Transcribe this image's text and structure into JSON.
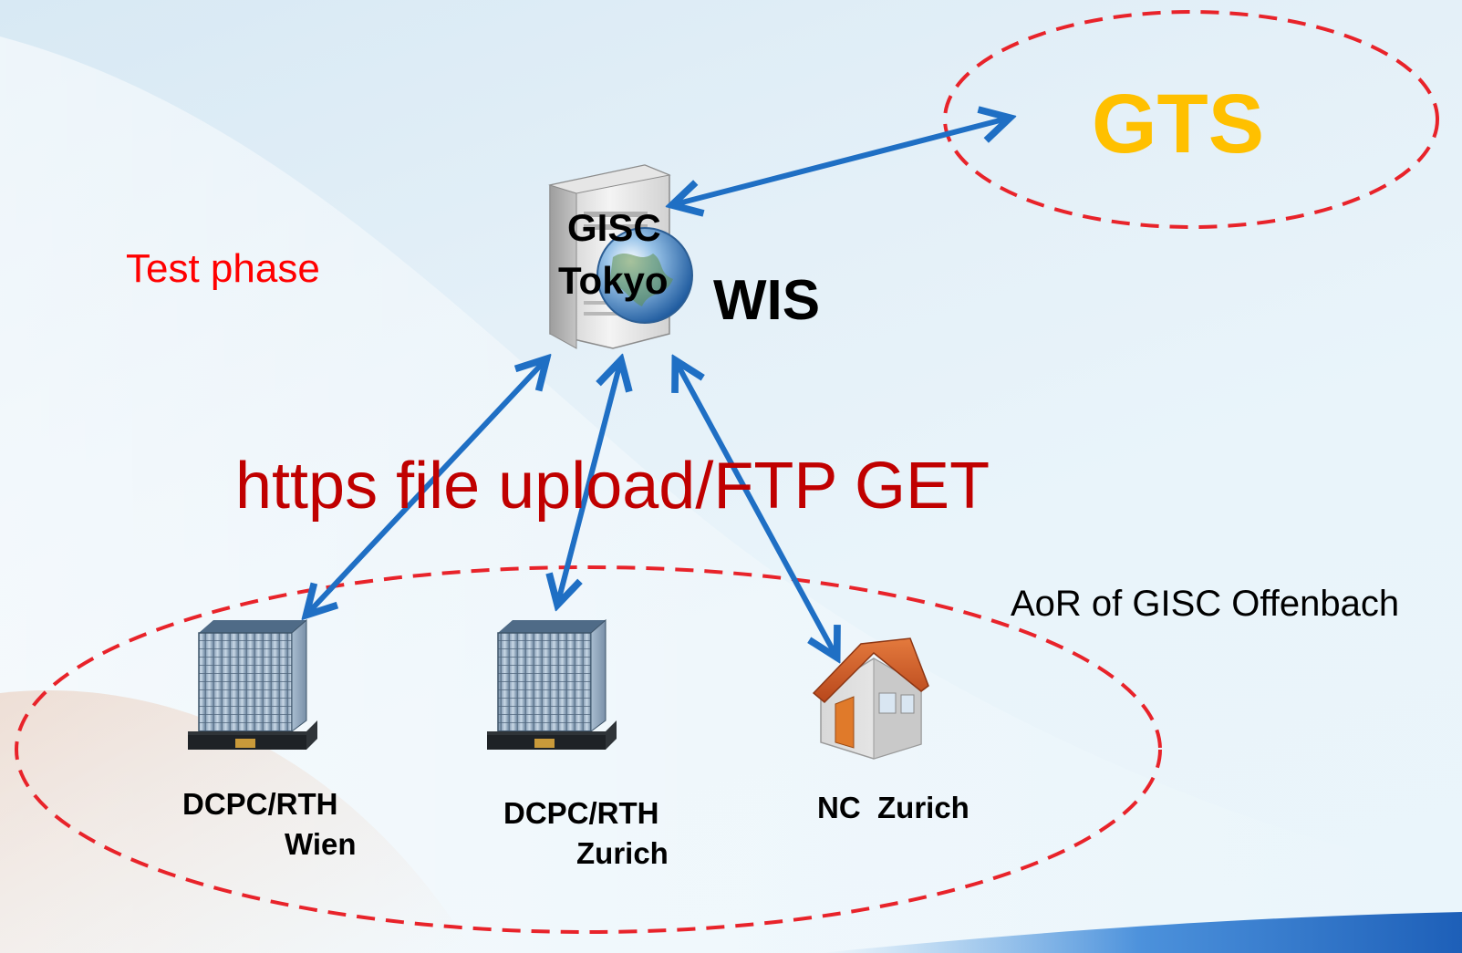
{
  "diagram": {
    "gts_label": "GTS",
    "test_phase_label": "Test phase",
    "server": {
      "line1": "GISC",
      "line2": "Tokyo",
      "wis_label": "WIS"
    },
    "protocol_label": "https file upload/FTP GET",
    "area_label": "AoR of GISC Offenbach",
    "nodes": {
      "wien": {
        "line1": "DCPC/RTH",
        "line2": "Wien"
      },
      "zurich_dcpc": {
        "line1": "DCPC/RTH",
        "line2": "Zurich"
      },
      "nc_zurich": {
        "label": "NC  Zurich"
      }
    }
  },
  "colors": {
    "arrow": "#1f6fc4",
    "dashed_ellipse": "#e8232a",
    "gts": "#ffc000",
    "protocol": "#c00000",
    "test_phase": "#ff0000"
  }
}
